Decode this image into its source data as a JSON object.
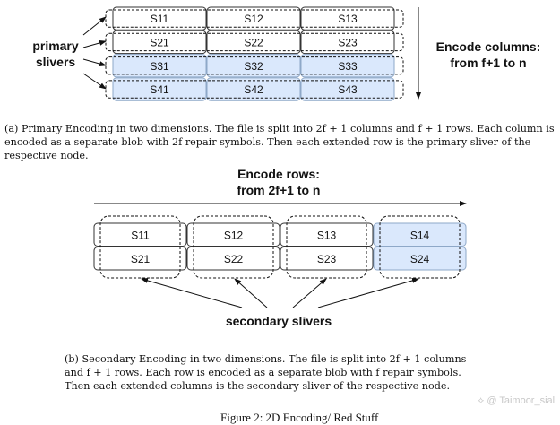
{
  "colors": {
    "fill_extended": "#dae8fc",
    "stroke_extended": "#8ea8c8",
    "stroke_plain": "#333333",
    "dashed": "#111111",
    "arrow": "#111111"
  },
  "primary": {
    "grid": [
      [
        "S11",
        "S12",
        "S13"
      ],
      [
        "S21",
        "S22",
        "S23"
      ],
      [
        "S31",
        "S32",
        "S33"
      ],
      [
        "S41",
        "S42",
        "S43"
      ]
    ],
    "extended_rows": [
      2,
      3
    ],
    "label_line1": "primary",
    "label_line2": "slivers",
    "encode_line1": "Encode columns:",
    "encode_line2": "from f+1 to n"
  },
  "secondary": {
    "grid": [
      [
        "S11",
        "S12",
        "S13",
        "S14"
      ],
      [
        "S21",
        "S22",
        "S23",
        "S24"
      ]
    ],
    "extended_cols": [
      3
    ],
    "encode_line1": "Encode rows:",
    "encode_line2": "from 2f+1 to n",
    "label": "secondary slivers"
  },
  "captions": {
    "a": "(a) Primary Encoding in two dimensions. The file is split into 2f + 1 columns and f + 1 rows. Each column is encoded as a separate blob with 2f repair symbols. Then each extended row is the primary sliver of the respective node.",
    "b": "(b) Secondary Encoding in two dimensions. The file is split into 2f + 1 columns and f + 1 rows. Each row is encoded as a separate blob with f repair symbols. Then each extended columns is the secondary sliver of the respective node.",
    "figure": "Figure 2: 2D Encoding/ Red Stuff"
  },
  "watermark": "⟡ @ Taimoor_sial"
}
